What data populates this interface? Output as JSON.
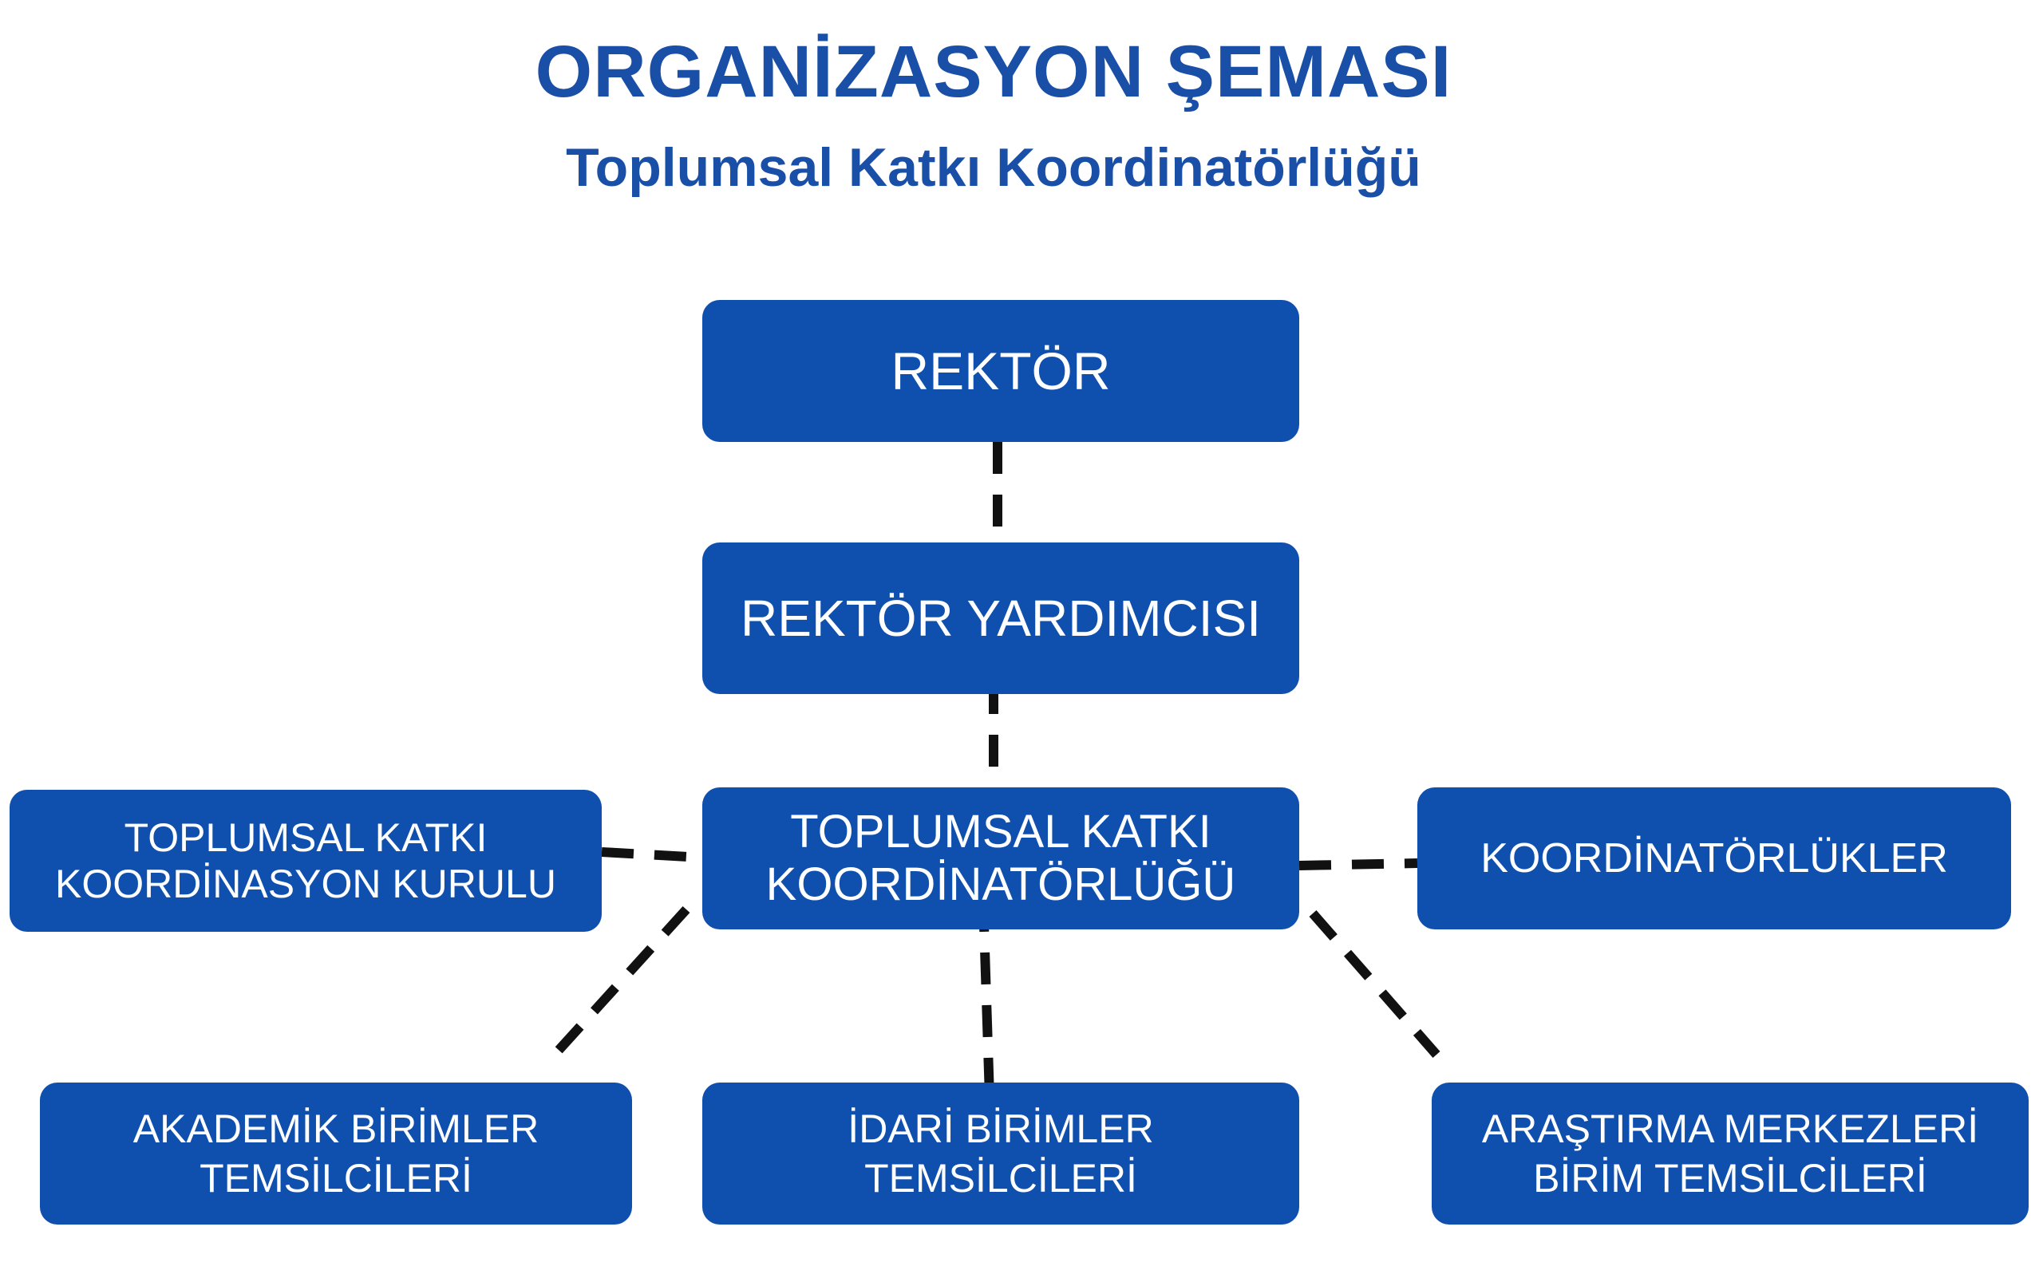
{
  "header": {
    "title": "ORGANİZASYON ŞEMASI",
    "subtitle": "Toplumsal Katkı Koordinatörlüğü"
  },
  "nodes": {
    "rektor": "REKTÖR",
    "rektor_yardimcisi": "REKTÖR YARDIMCISI",
    "toplumsal_katki_koordinatorlugu": "TOPLUMSAL KATKI\nKOORDİNATÖRLÜĞÜ",
    "koordinasyon_kurulu": "TOPLUMSAL KATKI\nKOORDİNASYON KURULU",
    "koordinatorlukler": "KOORDİNATÖRLÜKLER",
    "akademik_birimler": "AKADEMİK BİRİMLER\nTEMSİLCİLERİ",
    "idari_birimler": "İDARİ BİRİMLER\nTEMSİLCİLERİ",
    "arastirma_merkezleri": "ARAŞTIRMA MERKEZLERİ\nBİRİM TEMSİLCİLERİ"
  },
  "colors": {
    "title": "#1a4fa8",
    "node_fill": "#0f4fae",
    "node_text": "#ffffff",
    "connector": "#111111"
  }
}
